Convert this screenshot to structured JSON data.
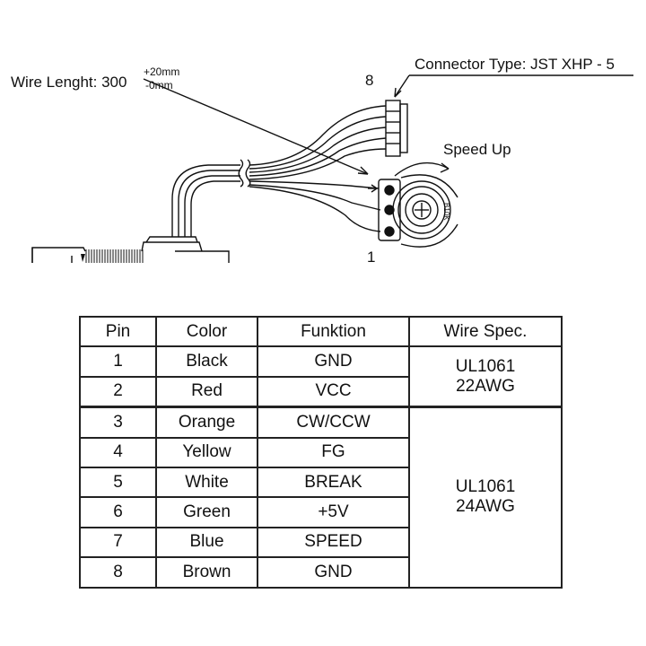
{
  "labels": {
    "connector_type": "Connector Type: JST XHP - 5",
    "wire_length": "Wire Lenght: 300",
    "tol_plus": "+20mm",
    "tol_minus": "-0mm",
    "pin_top": "8",
    "pin_bottom": "1",
    "speed_up": "Speed Up",
    "pot_marking": "B10K"
  },
  "table": {
    "headers": [
      "Pin",
      "Color",
      "Funktion",
      "Wire Spec."
    ],
    "rows": [
      {
        "pin": "1",
        "color": "Black",
        "function": "GND"
      },
      {
        "pin": "2",
        "color": "Red",
        "function": "VCC"
      },
      {
        "pin": "3",
        "color": "Orange",
        "function": "CW/CCW"
      },
      {
        "pin": "4",
        "color": "Yellow",
        "function": "FG"
      },
      {
        "pin": "5",
        "color": "White",
        "function": "BREAK"
      },
      {
        "pin": "6",
        "color": "Green",
        "function": "+5V"
      },
      {
        "pin": "7",
        "color": "Blue",
        "function": "SPEED"
      },
      {
        "pin": "8",
        "color": "Brown",
        "function": "GND"
      }
    ],
    "wire_spec_groups": [
      {
        "line1": "UL1061",
        "line2": "22AWG"
      },
      {
        "line1": "UL1061",
        "line2": "24AWG"
      }
    ]
  }
}
